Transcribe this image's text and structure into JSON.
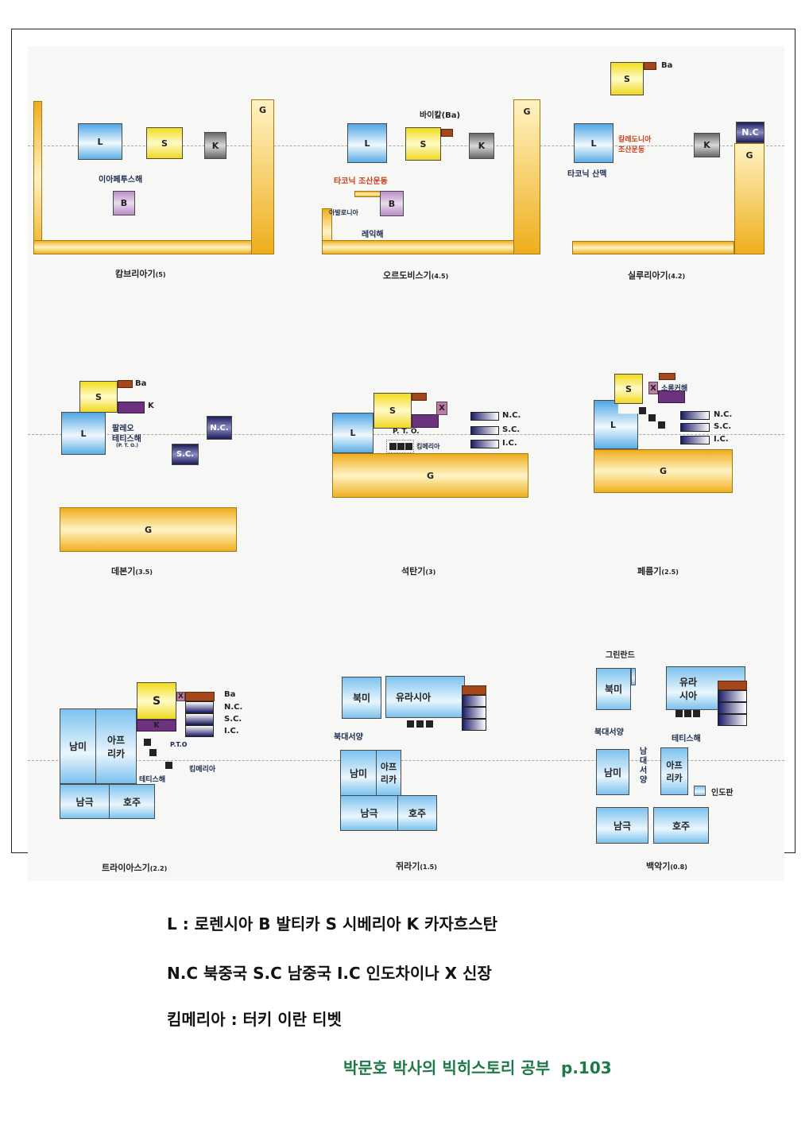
{
  "p1": {
    "L": "L",
    "S": "S",
    "K": "K",
    "B": "B",
    "G": "G",
    "sea": "이아페투스해",
    "cap": "캄브리아기",
    "age": "(5)"
  },
  "p2": {
    "L": "L",
    "S": "S",
    "K": "K",
    "B": "B",
    "G": "G",
    "ba": "바이칼(Ba)",
    "orog": "타코닉 조산운동",
    "aval": "아발로니아",
    "sea": "레익해",
    "cap": "오르도비스기",
    "age": "(4.5)"
  },
  "p3": {
    "S": "S",
    "Ba": "Ba",
    "L": "L",
    "K": "K",
    "NC": "N.C",
    "G": "G",
    "orog1": "칼레도니아",
    "orog2": "조산운동",
    "mtn": "타코닉 산맥",
    "cap": "실루리아기",
    "age": "(4.2)"
  },
  "p4": {
    "S": "S",
    "Ba": "Ba",
    "K": "K",
    "L": "L",
    "NC": "N.C.",
    "SC": "S.C.",
    "G": "G",
    "sea1": "팔레오",
    "sea2": "테티스해",
    "sea3": "(P. T. O.)",
    "cap": "데본기",
    "age": "(3.5)"
  },
  "p5": {
    "S": "S",
    "X": "X",
    "L": "L",
    "G": "G",
    "NC": "N.C.",
    "SC": "S.C.",
    "IC": "I.C.",
    "pto": "P. T. O.",
    "cim": "킴메리아",
    "cap": "석탄기",
    "age": "(3)"
  },
  "p6": {
    "S": "S",
    "X": "X",
    "L": "L",
    "G": "G",
    "NC": "N.C.",
    "SC": "S.C.",
    "IC": "I.C.",
    "sea": "소롱커해",
    "cap": "페름기",
    "age": "(2.5)"
  },
  "p7": {
    "S": "S",
    "K": "K",
    "X": "X",
    "Ba": "Ba",
    "NC": "N.C.",
    "SC": "S.C.",
    "IC": "I.C.",
    "sam": "남미",
    "afr": "아프리카",
    "ant": "남극",
    "aus": "호주",
    "pto": "P.T.O",
    "cim": "킴메리아",
    "tet": "테티스해",
    "cap": "트라이아스기",
    "age": "(2.2)"
  },
  "p8": {
    "nam": "북미",
    "eur": "유라시아",
    "atl": "북대서양",
    "sam": "남미",
    "afr": "아프리카",
    "ant": "남극",
    "aus": "호주",
    "cap": "쥐라기",
    "age": "(1.5)"
  },
  "p9": {
    "gre": "그린란드",
    "nam": "북미",
    "eur": "유라시아",
    "atl": "북대서양",
    "tet": "테티스해",
    "sam": "남미",
    "satl": "남대서양",
    "afr": "아프리카",
    "ind": "인도판",
    "ant": "남극",
    "aus": "호주",
    "cap": "백악기",
    "age": "(0.8)"
  },
  "legend": {
    "l1": "L : 로렌시아 B 발티카 S 시베리아  K 카자흐스탄",
    "l2": "N.C 북중국 S.C 남중국  I.C 인도차이나 X 신장",
    "l3": "킴메리아 : 터키 이란 티벳"
  },
  "source": "박문호 박사의 빅히스토리 공부  p.103"
}
